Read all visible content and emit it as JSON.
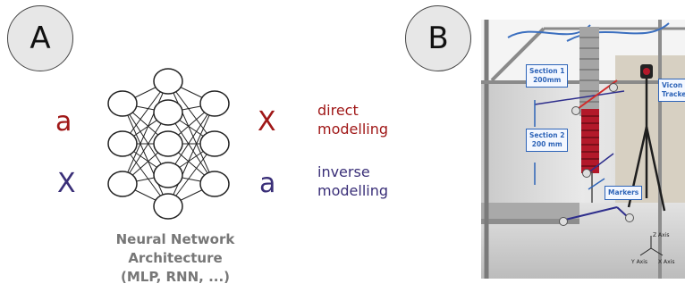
{
  "panel_a": {
    "badge": "A",
    "left_top_symbol": "a",
    "left_bottom_symbol": "X",
    "right_top_symbol": "X",
    "right_bottom_symbol": "a",
    "direct_label": [
      "direct",
      "modelling"
    ],
    "inverse_label": [
      "inverse",
      "modelling"
    ],
    "nn_caption": [
      "Neural Network",
      "Architecture",
      "(MLP, RNN, ...)"
    ],
    "layers": [
      3,
      5,
      3
    ],
    "colors": {
      "red": "#a01818",
      "navy": "#3a2f78",
      "caption": "#777777"
    }
  },
  "panel_b": {
    "badge": "B",
    "labels": {
      "section1": [
        "Section 1",
        "200mm"
      ],
      "section2": [
        "Section 2",
        "200 mm"
      ],
      "vicon": [
        "Vicon",
        "Tracke"
      ],
      "markers": "Markers"
    },
    "axes": {
      "z": "Z Axis",
      "y": "Y Axis",
      "x": "X Axis"
    },
    "label_color": "#2e64b8"
  }
}
